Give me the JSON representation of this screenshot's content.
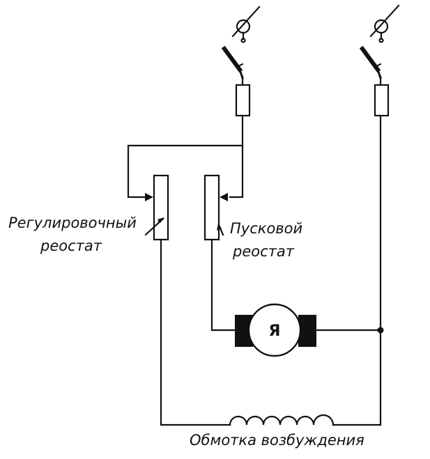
{
  "diagram": {
    "labels": {
      "regulating_rheostat_line1": "Регулировочный",
      "regulating_rheostat_line2": "реостат",
      "starting_rheostat_line1": "Пусковой",
      "starting_rheostat_line2": "реостат",
      "field_winding": "Обмотка возбуждения",
      "armature": "Я"
    },
    "icons": [
      "lamp-indicator-icon",
      "knife-switch-icon",
      "fuse-icon",
      "rheostat-icon",
      "motor-armature-icon",
      "inductor-coil-icon"
    ],
    "colors": {
      "ink": "#111111",
      "background": "#ffffff"
    }
  }
}
